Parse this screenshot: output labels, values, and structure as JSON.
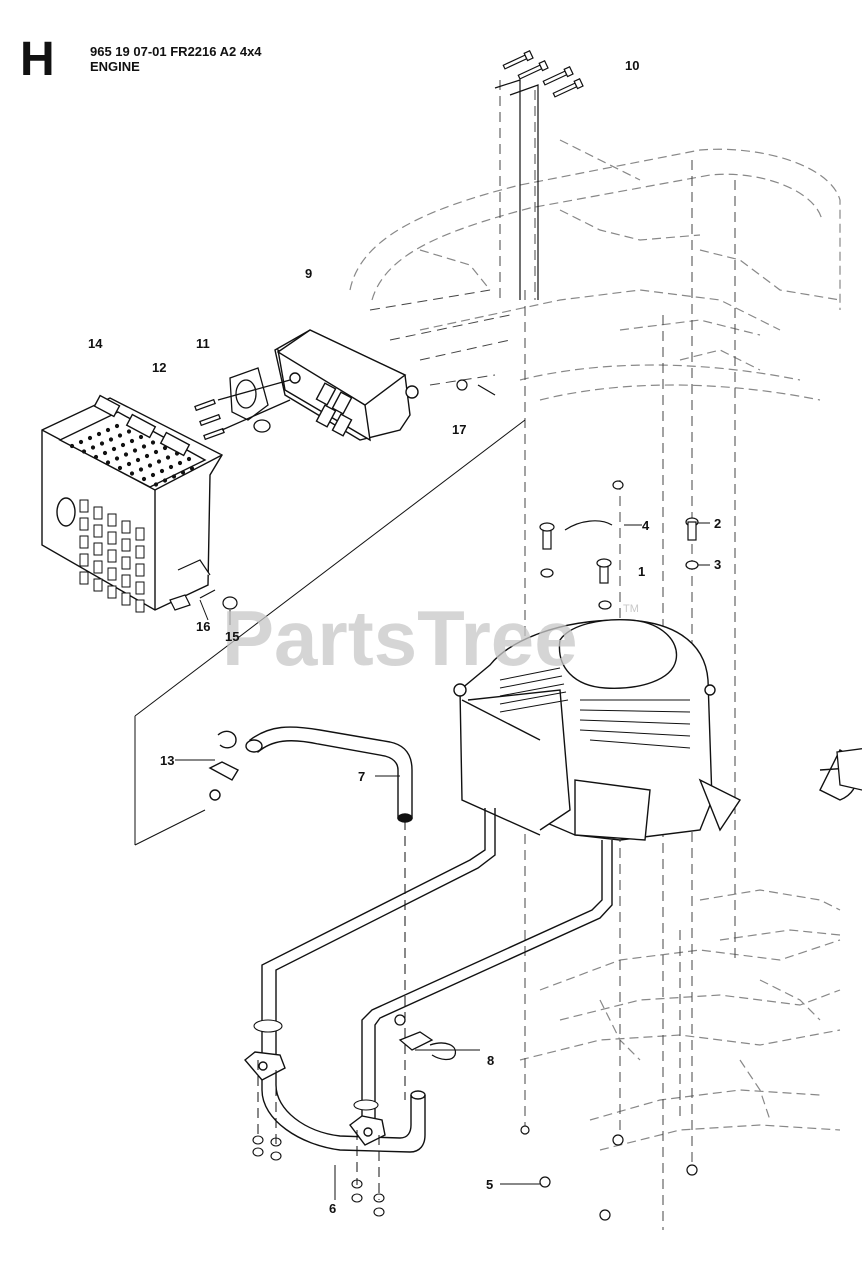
{
  "header": {
    "section_letter": "H",
    "part_line": "965 19 07-01 FR2216 A2 4x4",
    "title": "ENGINE"
  },
  "watermark": {
    "text": "PartsTree",
    "tm": "TM",
    "color": "#c8c8c8"
  },
  "callouts": [
    "1",
    "2",
    "3",
    "4",
    "5",
    "6",
    "7",
    "8",
    "9",
    "10",
    "11",
    "12",
    "13",
    "14",
    "15",
    "16",
    "17"
  ],
  "line_color": "#111111",
  "frame_color": "#888888"
}
